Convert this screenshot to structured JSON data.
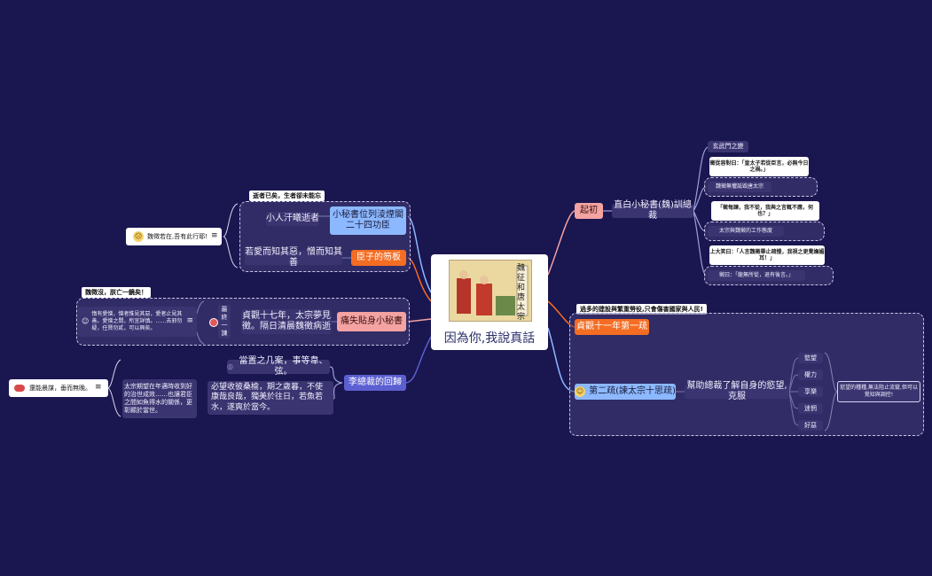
{
  "center": {
    "title": "因為你,我說真話",
    "painting_text": "魏征和唐太宗"
  },
  "left": {
    "top_label": "逝者已矣，生者卻未能忘",
    "n_xiaomi": "小秘書位列淩煙閣\n二十四功臣",
    "n_xiaoren": "小人汗曦逝者",
    "n_chenzi": "臣子的笏板",
    "n_ruoai": "若愛而知其惡，憎而知其善",
    "callout1": "魏徵若在,吾有此行耶!",
    "mid_label": "魏徵沒，朕亡一鏡矣！",
    "n_tongshi": "痛失貼身小秘書",
    "n_zhenguan17": "貞觀十七年，太宗夢見徵。隔日清晨魏徵病逝",
    "n_dengzhe": "最終一諫",
    "n_qingyou": "惰有愛憎，憎者惟見其惡，愛者止見其善。愛憎之間，所宜詳慎。……去邪勿疑，任賢勿貳，可以興矣。",
    "n_huigui": "李總裁的回歸",
    "n_dangzhi": "當置之几案，事等韋、弦。",
    "n_bixu": "必望收彼桑榆，期之歲暮，不使康哉良哉，獨美於往日，若魚若水，遂爽於當今。",
    "n_taizong": "太宗期望在年邁時收到好的治世成效……也讓君臣之間如魚得水的關係，更彰顯於當世。",
    "callout2": "還能晨謀，垂而無晚。"
  },
  "right": {
    "n_qichu": "起初",
    "n_zhibai": "直白小秘書(魏)訓總裁",
    "xuanwu": "玄武門之變",
    "q1": "徵從容對曰：「皇太子若從臣言，必無今日之禍。」",
    "d1": "魏徵無懼詆毀唐太宗",
    "q2": "「徵每諫，我不從，我與之言輒不應，何也？」",
    "d2": "太宗與魏徵的工作態度",
    "q3": "上大笑曰：「人言魏徵舉止疏慢，我視之更覺嫵媚耳！」",
    "d3": "徵曰：「龍無所從，退有後言。」",
    "top_label": "過多的建設與繁重勞役,只會傷害國家與人民!",
    "n_zhenguan11": "貞觀十一年第一疏",
    "n_dier": "第二疏(諫太宗十思疏)",
    "n_bangzhu": "幫助總裁了解自身的慾望,克服",
    "items": [
      "慾望",
      "權力",
      "享樂",
      "迷惘",
      "好惡"
    ],
    "summary": "慾望的種種,無法阻止流竄,但可以覺知與調控!"
  }
}
